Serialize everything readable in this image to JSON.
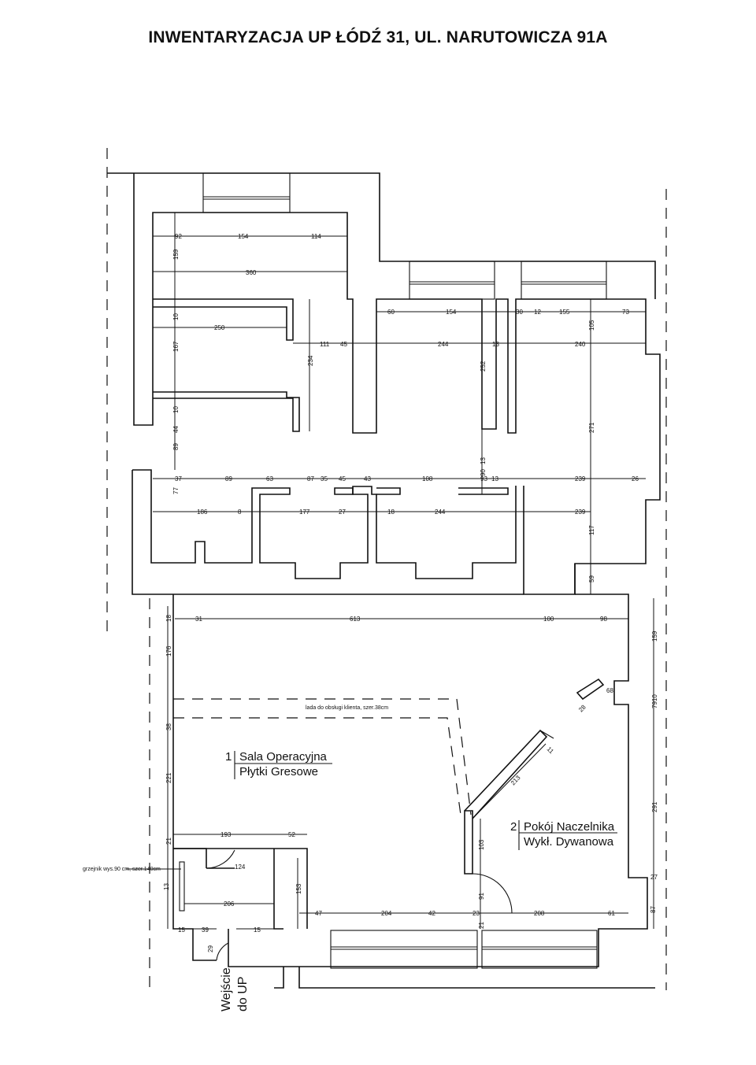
{
  "title": "INWENTARYZACJA UP ŁÓDŹ 31, UL. NARUTOWICZA 91A",
  "rooms": [
    {
      "number": "1",
      "name": "Sala Operacyjna",
      "floor": "Płytki Gresowe"
    },
    {
      "number": "2",
      "name": "Pokój Naczelnika",
      "floor": "Wykł. Dywanowa"
    }
  ],
  "notes": {
    "counter": "lada do obsługi klienta, szer.38cm",
    "radiator": "grzejnik wys.90 cm, szer.140cm",
    "entrance_line1": "Wejście",
    "entrance_line2": "do UP"
  },
  "dimensions": {
    "upper": [
      "92",
      "154",
      "114",
      "159",
      "360",
      "10",
      "250",
      "167",
      "10",
      "89",
      "44",
      "111",
      "45",
      "234",
      "60",
      "154",
      "244",
      "13",
      "252",
      "30",
      "12",
      "155",
      "73",
      "105",
      "240",
      "271",
      "13",
      "90"
    ],
    "middle": [
      "37",
      "89",
      "63",
      "87",
      "35",
      "45",
      "43",
      "108",
      "93",
      "13",
      "239",
      "26",
      "77",
      "186",
      "8",
      "177",
      "27",
      "18",
      "244",
      "239",
      "117",
      "59"
    ],
    "hall": [
      "18",
      "31",
      "613",
      "100",
      "98",
      "176",
      "159",
      "7910",
      "68",
      "28",
      "38",
      "221",
      "11",
      "213",
      "291",
      "21",
      "193",
      "52",
      "103",
      "124",
      "13",
      "206",
      "153",
      "47",
      "204",
      "42",
      "23",
      "208",
      "61",
      "27",
      "87",
      "91",
      "21",
      "15",
      "39",
      "15",
      "29"
    ]
  }
}
